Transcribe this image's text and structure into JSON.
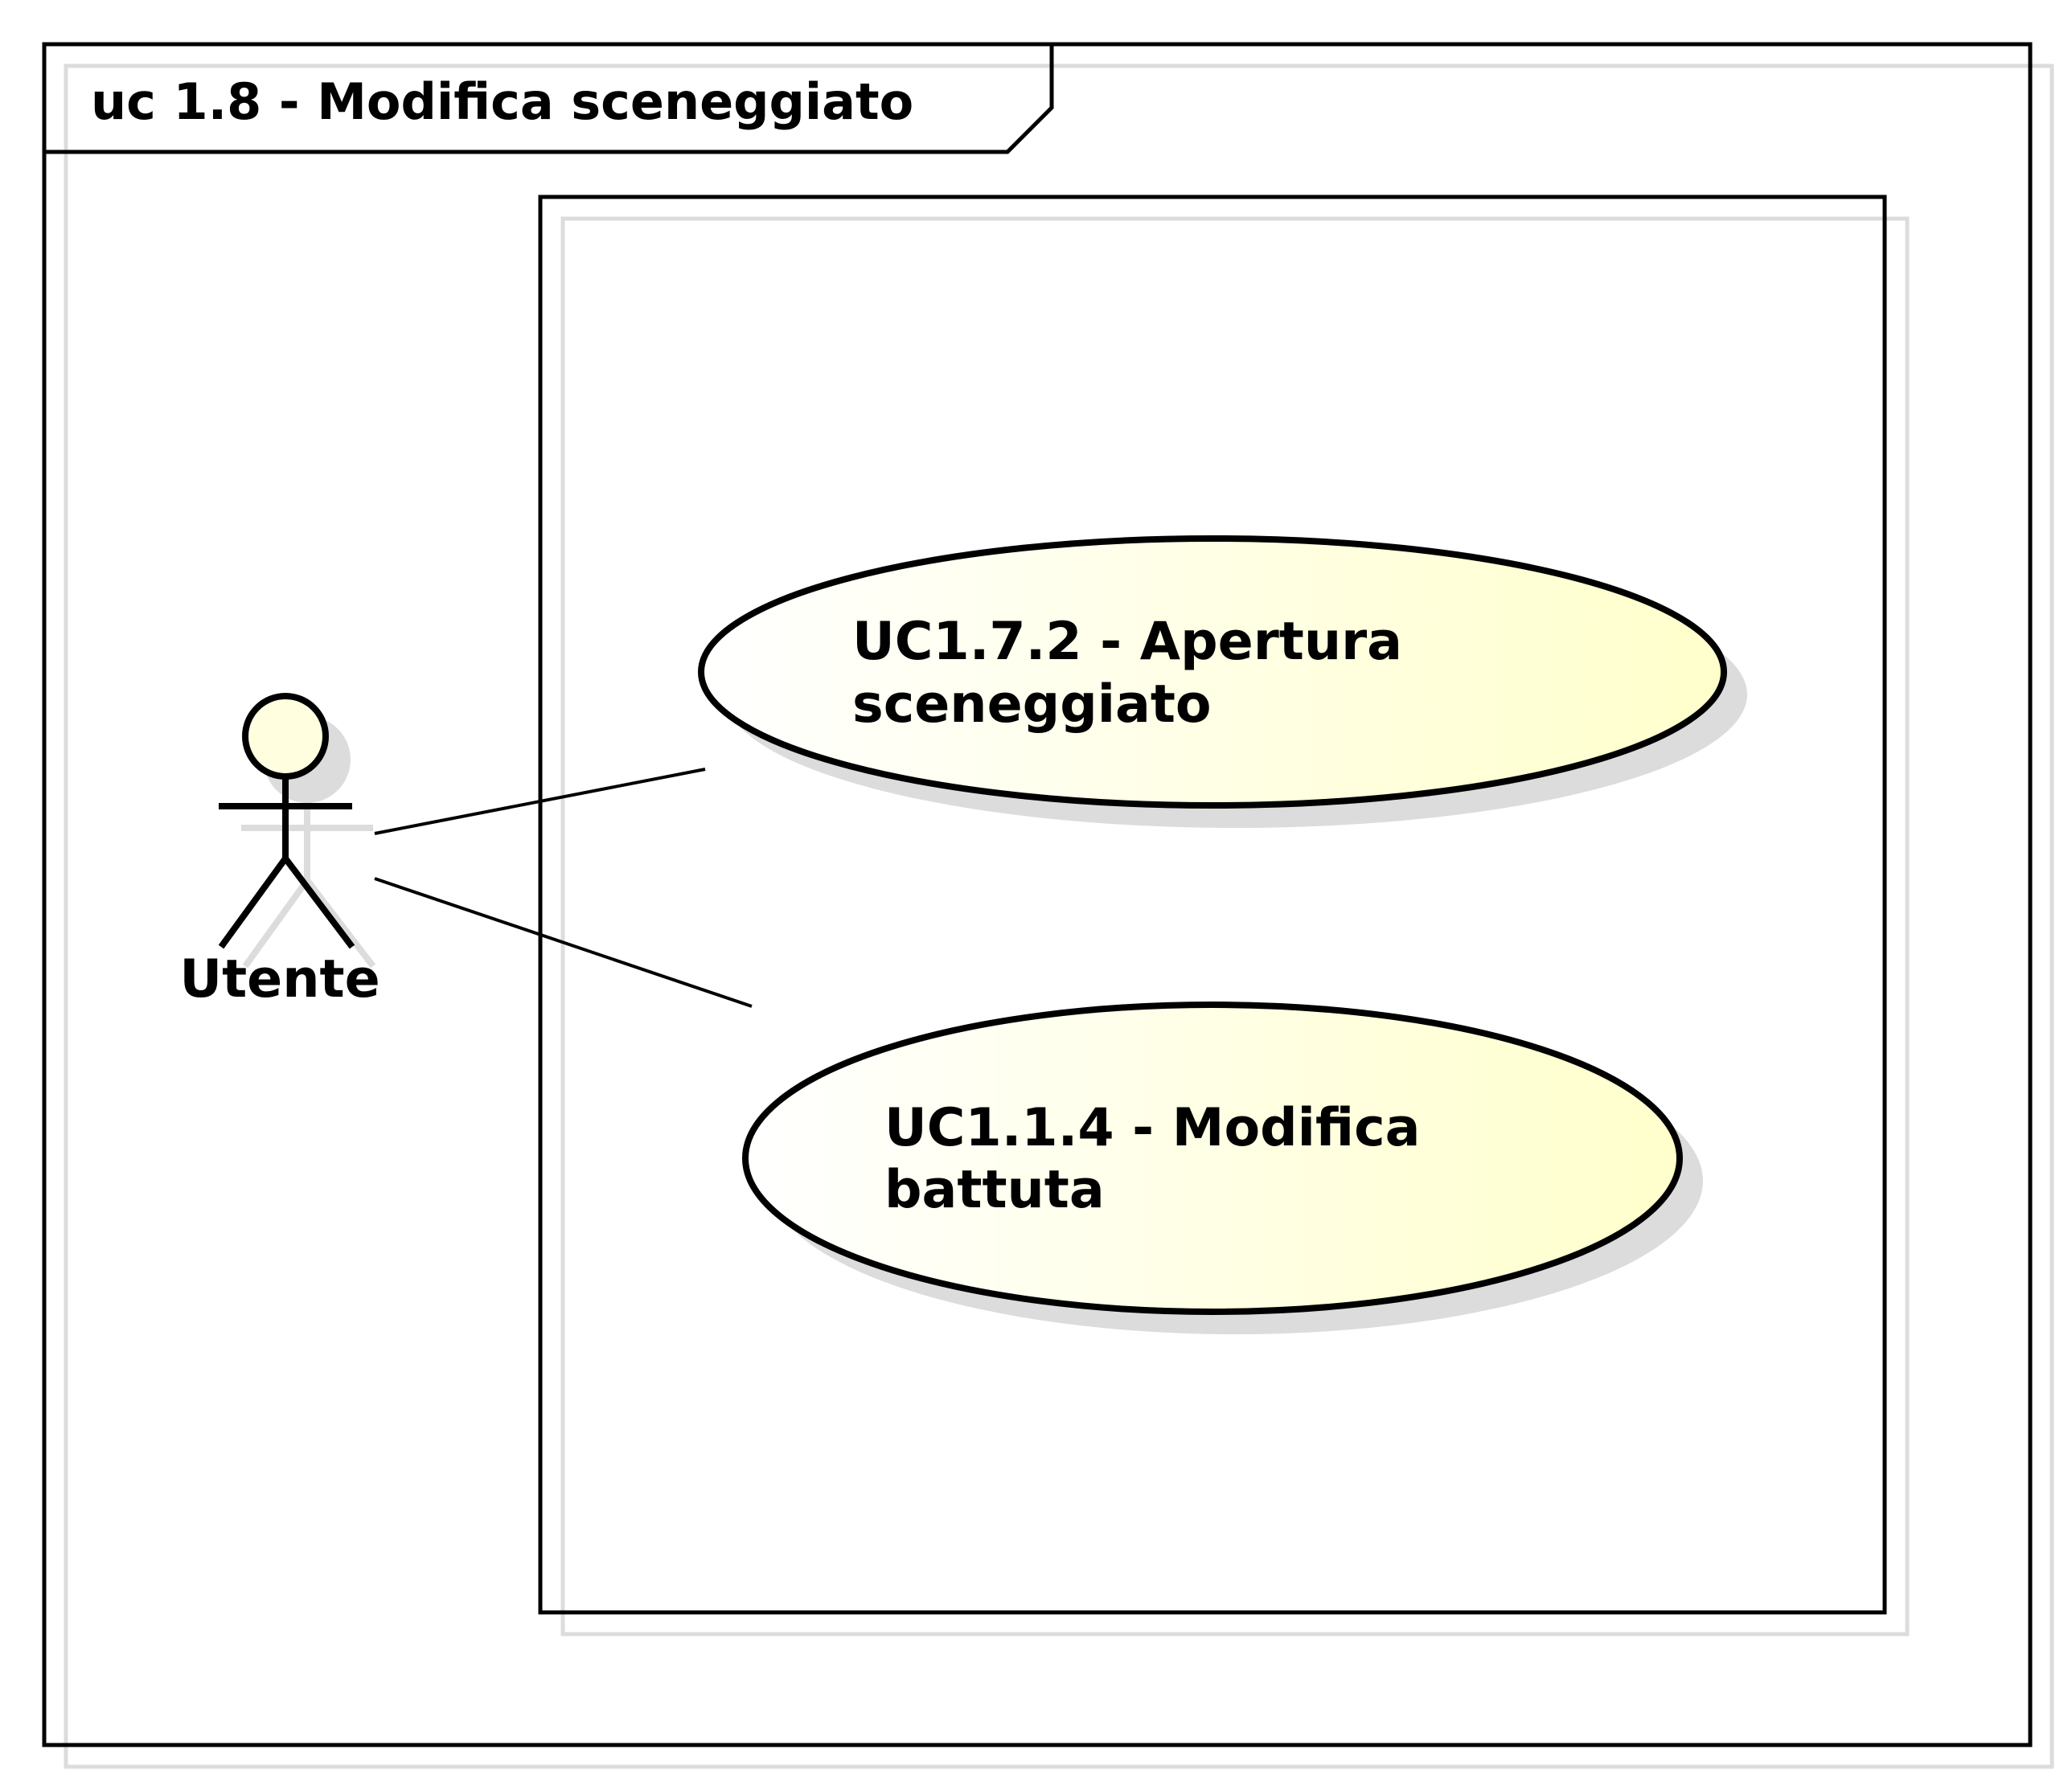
{
  "diagram": {
    "frame_title": "uc 1.8 - Modifica sceneggiato",
    "actor": {
      "name": "Utente"
    },
    "use_cases": [
      {
        "line1": "UC1.7.2 - Apertura",
        "line2": "sceneggiato"
      },
      {
        "line1": "UC1.1.4 - Modifica",
        "line2": "battuta"
      }
    ],
    "colors": {
      "stroke": "#000000",
      "shadow": "#dcdcdc",
      "usecase_fill_start": "#ffffff",
      "usecase_fill_end": "#ffffcc",
      "actor_head_fill": "#ffffe0"
    }
  }
}
